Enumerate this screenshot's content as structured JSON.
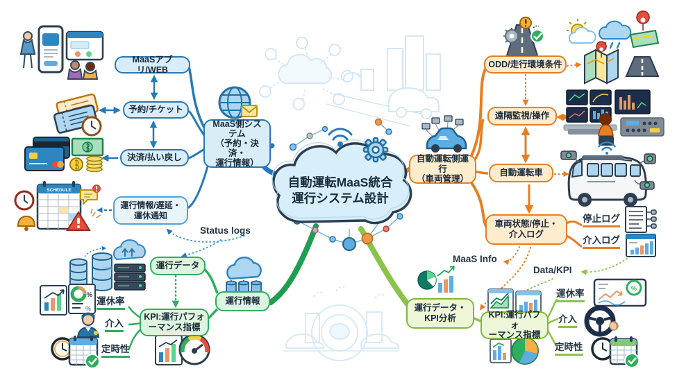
{
  "center": {
    "line1": "自動運転MaaS統合",
    "line2": "運行システム設計"
  },
  "left": {
    "maas_app": "MaaSアプリ/WEB",
    "reservation": "予約/チケット",
    "payment": "決済/払い戻し",
    "notice": "運行情報/遅延・\n運休通知",
    "hub": "MaaS側シス\nテム\n（予約・決済・\n運行情報）"
  },
  "bottom_left": {
    "status_logs": "Status logs",
    "ops_data": "運行データ",
    "ops_info": "運行情報",
    "kpi": "KPI:運行パフォ\nーマンス指標",
    "cancel_rate": "運休率",
    "intervention": "介入",
    "punctuality": "定時性"
  },
  "right": {
    "hub": "自動運転側運行\n（車両管理）",
    "odd": "ODD/走行環境条件",
    "remote": "遠隔監視/操作",
    "av": "自動運転車",
    "vehicle_log": "車両状態/停止・\n介入ログ",
    "stop_log": "停止ログ",
    "intervention_log": "介入ログ",
    "maas_info": "MaaS Info",
    "data_kpi": "Data/KPI"
  },
  "bottom_right": {
    "analysis": "運行データ・\nKPI分析",
    "kpi": "KPI:運行パフォ\nーマンス指標",
    "cancel_rate": "運休率",
    "intervention": "介入",
    "punctuality": "定時性"
  },
  "misc": {
    "schedule_label": "SCHEDULE",
    "percent": "%"
  },
  "colors": {
    "blue": "#2779b7",
    "green": "#2eae60",
    "light_green": "#8bc34a",
    "orange": "#e67e22",
    "cloud_fill": "#d8eefb",
    "node_blue_fill": "#d9edf9",
    "node_green_fill": "#def4de",
    "node_light_green_fill": "#edf6d7",
    "node_orange_fill": "#fdecce"
  },
  "icons": [
    "smartphone-users-icon",
    "tickets-clock-icon",
    "cards-money-icon",
    "schedule-alerts-icon",
    "globe-mail-icon",
    "database-servers-icon",
    "charts-pie-icon",
    "officer-icon",
    "clock-calendar-check-icon",
    "gauge-chart-icon",
    "cloud-database-icon",
    "road-odd-icon",
    "weather-map-icon",
    "map-road-icon",
    "control-room-icon",
    "shuttle-sensors-icon",
    "car-fleet-icon",
    "log-document-icon",
    "log-chart-icon",
    "pie-bars-analysis-icon",
    "dual-charts-icon",
    "bars-pie-icon",
    "chart-percent-icon",
    "steering-wheel-icon",
    "clock-calendar-check-right-icon",
    "wifi-icon",
    "gear-icon",
    "cloud-network-watermark",
    "city-watermark",
    "smart-city-watermark"
  ]
}
